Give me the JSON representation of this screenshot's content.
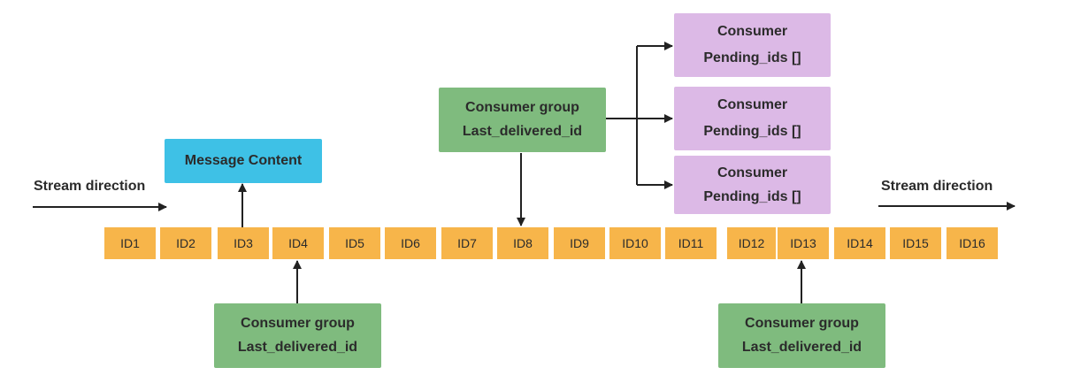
{
  "stream": {
    "direction_left": "Stream direction",
    "direction_right": "Stream direction",
    "ids": [
      "ID1",
      "ID2",
      "ID3",
      "ID4",
      "ID5",
      "ID6",
      "ID7",
      "ID8",
      "ID9",
      "ID10",
      "ID11",
      "ID12",
      "ID13",
      "ID14",
      "ID15",
      "ID16"
    ]
  },
  "message_content": "Message Content",
  "groups": [
    {
      "title": "Consumer group",
      "field": "Last_delivered_id"
    },
    {
      "title": "Consumer group",
      "field": "Last_delivered_id"
    },
    {
      "title": "Consumer group",
      "field": "Last_delivered_id"
    }
  ],
  "consumers": [
    {
      "title": "Consumer",
      "field": "Pending_ids []"
    },
    {
      "title": "Consumer",
      "field": "Pending_ids []"
    },
    {
      "title": "Consumer",
      "field": "Pending_ids []"
    }
  ]
}
